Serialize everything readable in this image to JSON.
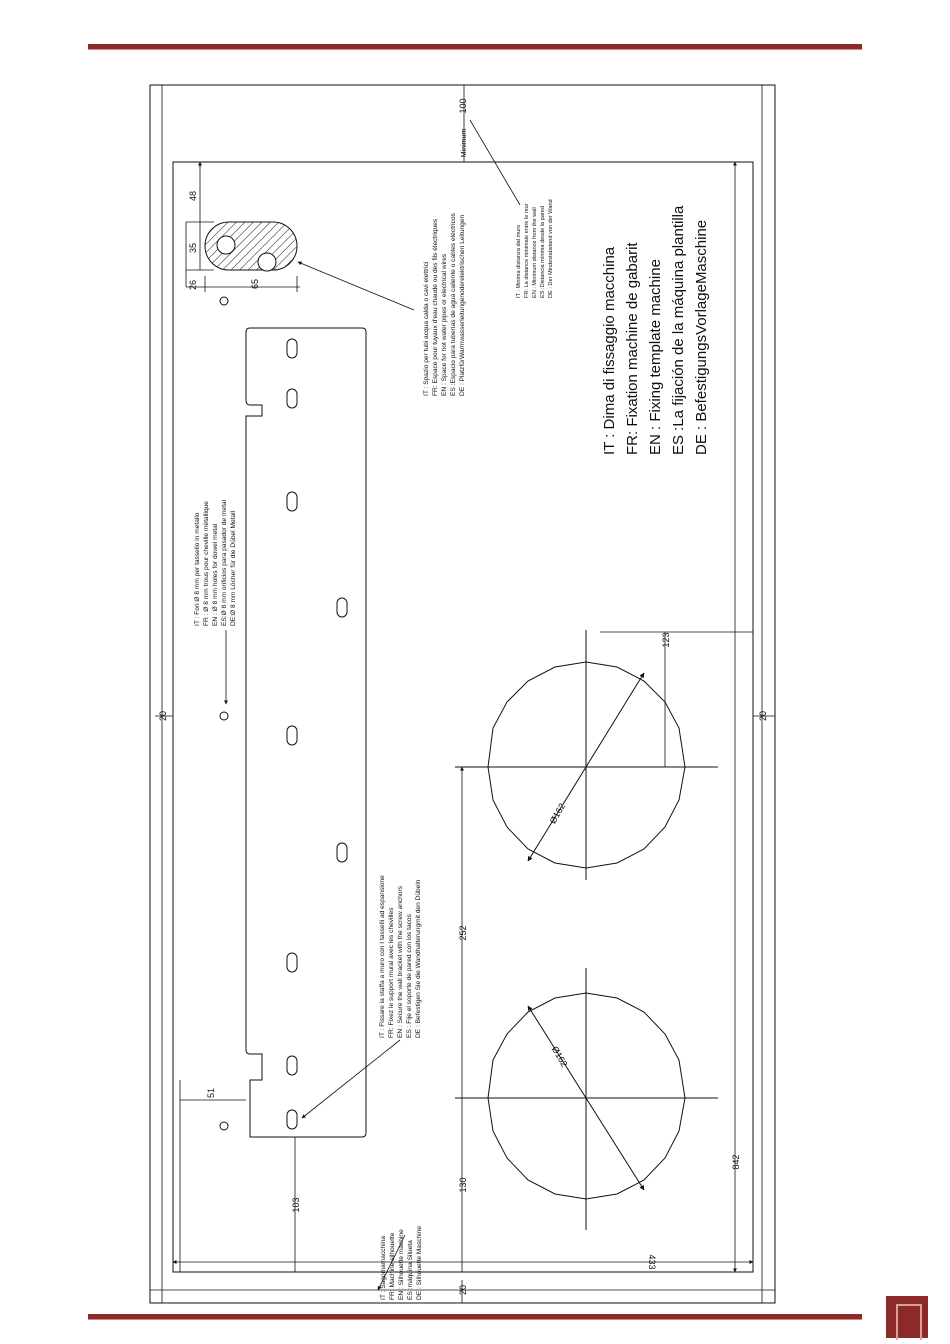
{
  "colors": {
    "accent": "#8c2a2a",
    "line": "#111111"
  },
  "dimensions": {
    "d433": "433",
    "d842": "842",
    "d20_top": "20",
    "d20_bottom": "20",
    "d20_corner": "20",
    "d103": "103",
    "d51": "51",
    "d130": "130",
    "d252": "252",
    "d123": "123",
    "d48": "48",
    "d35": "35",
    "d26": "26",
    "d65": "65",
    "minimum_label": "Minimum",
    "d100": "100",
    "dia1": "Ø162",
    "dia2": "Ø162"
  },
  "notes": {
    "silhouette": [
      "IT : Sagomamacchina",
      "FR: Machine silhouette",
      "EN : Silhouette machine",
      "ES :máquina Silueta",
      "DE : Silhouette Maschine"
    ],
    "bracket": [
      "IT : Fissare la staffa a muro con I tasselli ad espansione",
      "FR: Fixez le support mural avec les chevilles",
      "EN : Secure the wall bracket with the screw anchors",
      "ES : Fije el soporte de pared con los tacos",
      "DE : Befestigen Sie die Wandhalterungmit den Dübeln"
    ],
    "holes": [
      "IT : Fori Ø 8 mm per tassello in metallo",
      "FR : Ø 8 mm trous pour cheville métallique",
      "EN : Ø 8 mm holes for dowel metal",
      "ES:Ø 8 mm orificios para pasador de metal",
      "DE:Ø 8 mm Löcher für die Dübel Metall"
    ],
    "pipes": [
      "IT : Spazio per tubi acqua calda o cavi elettrici",
      "FR: Espace pour tuyaux d'eau chaude ou des fils électriques",
      "EN : Space for hot water pipes or electrical wires",
      "ES :Espacio para tuberías de agua caliente o cables eléctricos",
      "DE : PlatzfürWarmwasserleitungenoderelektrischen Leitungen"
    ],
    "wall_distance": [
      "IT : Minima distanza dal muro",
      "FR: La distance minimale entre le mur",
      "EN : Minimum distance from the wall",
      "ES :Distancia mínima desde la pared",
      "DE : Der Mindestabstand von der Wand"
    ]
  },
  "title_lines": [
    "IT : Dima di fissaggio macchina",
    "FR: Fixation machine de gabarit",
    "EN : Fixing template machine",
    "ES :La fijación de la máquina plantilla",
    "DE : BefestigungsVorlageMaschine"
  ]
}
